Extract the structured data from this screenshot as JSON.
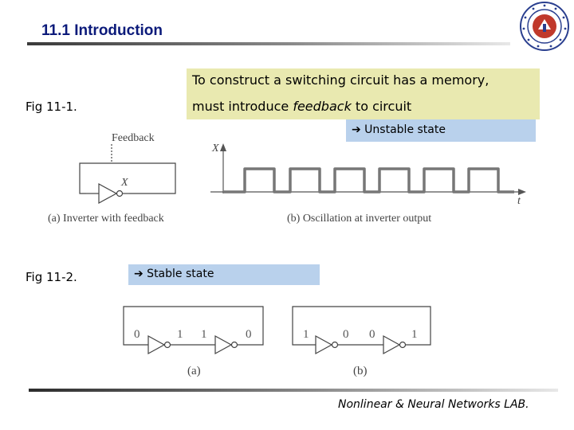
{
  "header": {
    "title": "11.1 Introduction"
  },
  "callout": {
    "line1": "To construct a switching circuit has a memory,",
    "line2_prefix": "must introduce ",
    "line2_emphasis": "feedback",
    "line2_suffix": " to circuit"
  },
  "figure1": {
    "label": "Fig 11-1.",
    "state_text": "➔ Unstable state",
    "feedback_label": "Feedback",
    "inverter_output": "X",
    "caption_a": "(a) Inverter with feedback",
    "axis_y": "X",
    "axis_x": "t",
    "caption_b": "(b) Oscillation at inverter output"
  },
  "figure2": {
    "label": "Fig 11-2.",
    "state_text": "➔ Stable state",
    "circuit_a_values": [
      "0",
      "1",
      "1",
      "0"
    ],
    "circuit_b_values": [
      "1",
      "0",
      "0",
      "1"
    ],
    "caption_a": "(a)",
    "caption_b": "(b)"
  },
  "footer": {
    "lab_name": "Nonlinear & Neural Networks LAB."
  },
  "colors": {
    "title": "#0b1a7a",
    "callout_bg": "#e9e9b0",
    "state_box_bg": "#b9d1ec",
    "logo_ring": "#2a3f8f",
    "logo_center": "#c0392b"
  },
  "icons": {
    "logo": "university-seal-icon",
    "arrow": "right-arrow-icon"
  }
}
